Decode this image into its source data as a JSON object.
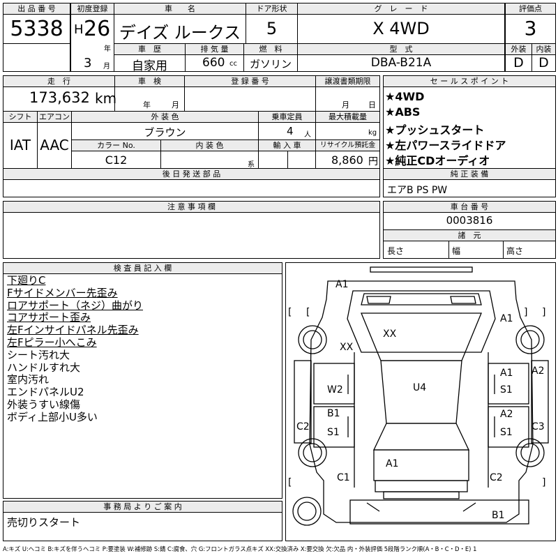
{
  "header": {
    "lot_no_label": "出 品 番 号",
    "lot_no": "5338",
    "first_reg_label": "初度登録",
    "era": "H",
    "year": "26",
    "year_unit": "年",
    "month": "3",
    "month_unit": "月",
    "car_name_label": "車　　名",
    "car_name": "デイズ ルークス",
    "door_label": "ドア形状",
    "doors": "5",
    "grade_label": "グ　レ　ー　ド",
    "grade": "X 4WD",
    "score_label": "評価点",
    "score": "3",
    "history_label": "車　歴",
    "history": "自家用",
    "displacement_label": "排 気 量",
    "displacement": "660",
    "displacement_unit": "cc",
    "fuel_label": "燃　料",
    "fuel": "ガソリン",
    "model_label": "型　式",
    "model": "DBA-B21A",
    "exterior_label": "外装",
    "exterior_grade": "D",
    "interior_label": "内装",
    "interior_grade": "D"
  },
  "specs": {
    "mileage_label": "走　行",
    "mileage": "173,632",
    "mileage_unit": "km",
    "inspection_label": "車　検",
    "insp_year_unit": "年",
    "insp_month_unit": "月",
    "reg_no_label": "登 録 番 号",
    "transfer_label": "譲渡書類期限",
    "transfer_month_unit": "月",
    "transfer_day_unit": "日",
    "shift_label": "シフト",
    "shift": "IAT",
    "ac_label": "エアコン",
    "ac": "AAC",
    "ext_color_label": "外 装 色",
    "ext_color": "ブラウン",
    "capacity_label": "乗車定員",
    "capacity": "4",
    "capacity_unit": "人",
    "max_load_label": "最大積載量",
    "max_load_unit": "kg",
    "color_no_label": "カラー No.",
    "color_no": "C12",
    "int_color_label": "内 装 色",
    "int_color_unit": "系",
    "import_label": "輸 入 車",
    "recycle_label": "リサイクル預託金",
    "recycle": "8,860",
    "recycle_unit": "円",
    "later_parts_label": "後 日 発 送 部 品"
  },
  "sales_points": {
    "label": "セ ー ル ス ポ イ ン ト",
    "items": [
      "★4WD",
      "★ABS",
      "★プッシュスタート",
      "★左パワースライドドア",
      "★純正CDオーディオ"
    ]
  },
  "equipment": {
    "label": "純 正 装 備",
    "value": "エアB PS PW"
  },
  "notes": {
    "label": "注 意 事 項 欄"
  },
  "chassis": {
    "label": "車 台 番 号",
    "value": "0003816",
    "dims_label": "諸　元",
    "length_label": "長さ",
    "width_label": "幅",
    "height_label": "高さ"
  },
  "inspector": {
    "label": "検 査 員 記 入 欄",
    "lines": [
      "下廻りC",
      "Fサイドメンバー先歪み",
      "ロアサポート（ネジ）曲がり",
      "コアサポート歪み",
      "左Fインサイドパネル先歪み",
      "左Fピラー小へこみ",
      "シート汚れ大",
      "ハンドルすれ大",
      "室内汚れ",
      "エンドパネルU2",
      "外装うすい線傷",
      "ボディ上部小U多い"
    ],
    "underlined_count": 6
  },
  "office": {
    "label": "事 務 局 よ り ご 案 内",
    "text": "売切りスタート"
  },
  "diagram_marks": [
    "A1",
    "XX",
    "A1",
    "XX",
    "A1",
    "A2",
    "W2",
    "U4",
    "S1",
    "B1",
    "A2",
    "S1",
    "S1",
    "C2",
    "C3",
    "A1",
    "C1",
    "C2",
    "B1",
    "[",
    "]",
    "[",
    "]",
    "[",
    "]"
  ],
  "legend": "A:キズ U:ヘコミ B:キズを伴うヘコミ P:要塗装 W:補修跡 S:錆 C:腐食、穴 G:フロントガラス点キズ XX:交換済み X:要交換 欠:欠品 内・外装評価 5段階ランク順(A・B・C・D・E) 1"
}
